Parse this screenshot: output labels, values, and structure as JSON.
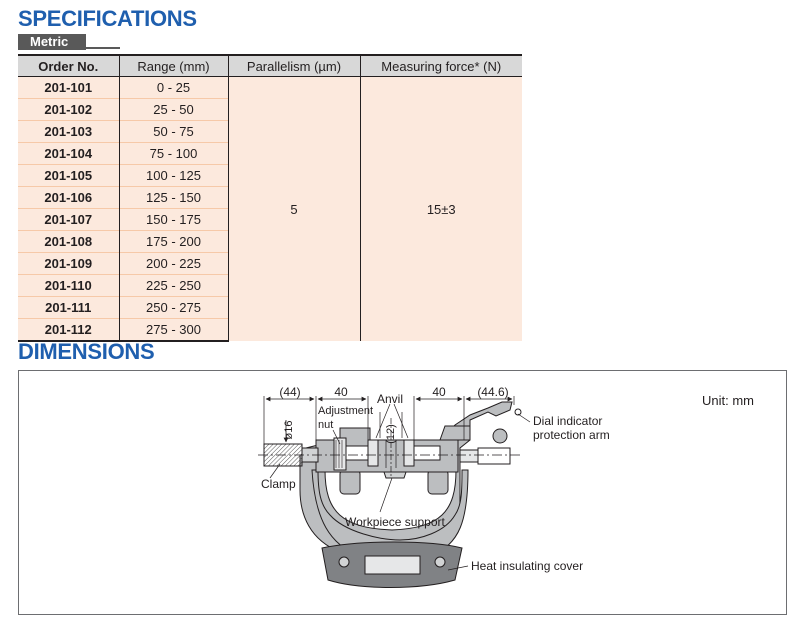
{
  "specifications": {
    "title": "SPECIFICATIONS",
    "subtab": "Metric",
    "headers": {
      "order_no": "Order No.",
      "range": "Range (mm)",
      "parallelism": "Parallelism (µm)",
      "force": "Measuring force* (N)"
    },
    "rows": [
      {
        "order": "201-101",
        "range": "0 - 25"
      },
      {
        "order": "201-102",
        "range": "25 - 50"
      },
      {
        "order": "201-103",
        "range": "50 - 75"
      },
      {
        "order": "201-104",
        "range": "75 - 100"
      },
      {
        "order": "201-105",
        "range": "100 - 125"
      },
      {
        "order": "201-106",
        "range": "125 - 150"
      },
      {
        "order": "201-107",
        "range": "150 - 175"
      },
      {
        "order": "201-108",
        "range": "175 - 200"
      },
      {
        "order": "201-109",
        "range": "200 - 225"
      },
      {
        "order": "201-110",
        "range": "225 - 250"
      },
      {
        "order": "201-111",
        "range": "250 - 275"
      },
      {
        "order": "201-112",
        "range": "275 - 300"
      }
    ],
    "parallelism_value": "5",
    "force_value": "15±3"
  },
  "dimensions": {
    "title": "DIMENSIONS",
    "unit": "Unit: mm",
    "dims": {
      "left_outer": "(44)",
      "left_inner": "40",
      "right_inner": "40",
      "right_outer": "(44.6)",
      "diameter": "ø16",
      "gap": "(12)"
    },
    "labels": {
      "adjustment_nut_1": "Adjustment",
      "adjustment_nut_2": "nut",
      "anvil": "Anvil",
      "dial_arm_1": "Dial indicator",
      "dial_arm_2": "protection arm",
      "clamp": "Clamp",
      "workpiece_support": "Workpiece support",
      "heat_cover": "Heat insulating cover"
    }
  }
}
